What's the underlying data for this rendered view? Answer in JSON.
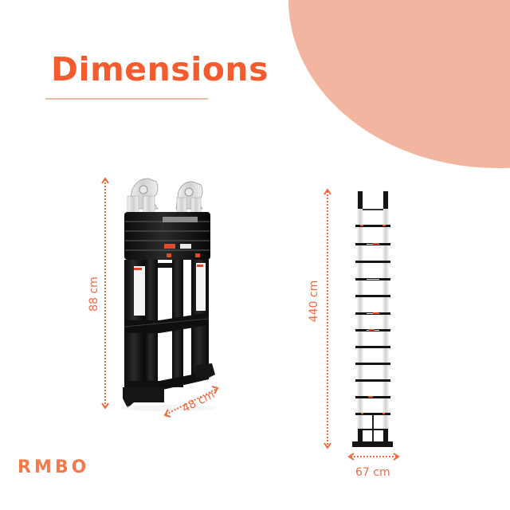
{
  "header": {
    "title": "Dimensions"
  },
  "brand": {
    "logo_text": "RMBO"
  },
  "colors": {
    "accent": "#F45B2F",
    "blob": "#F2B5A0",
    "underline": "#F0B9A7",
    "dimension_line": "#EE6A43",
    "ladder_black": "#121212",
    "ladder_silver": "#DCDCDC"
  },
  "folded_ladder": {
    "height_label": "88 cm",
    "depth_label": "48 cm"
  },
  "extended_ladder": {
    "height_label": "440 cm",
    "width_label": "67 cm",
    "rung_count": 13
  }
}
